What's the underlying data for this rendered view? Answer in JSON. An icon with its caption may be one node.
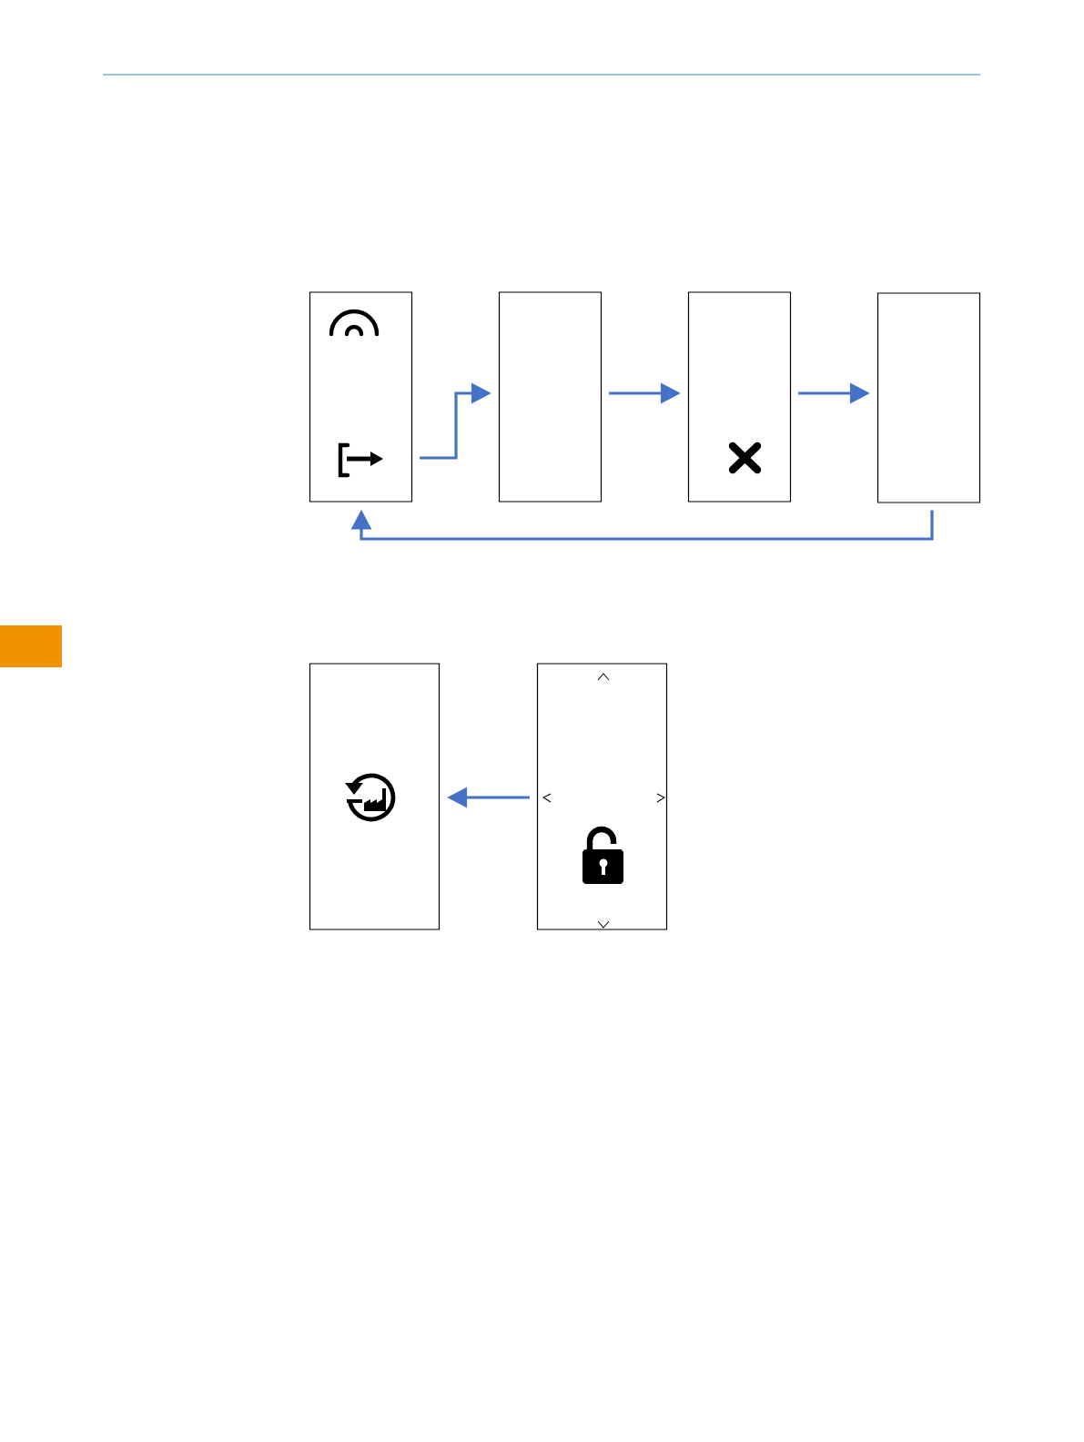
{
  "diagram": {
    "nodes": [
      {
        "text": [],
        "shape": "box"
      },
      {
        "text": [],
        "shape": "box"
      },
      {
        "text": [],
        "shape": "box"
      },
      {
        "text": [],
        "shape": "box"
      },
      {
        "text": [],
        "shape": "box"
      },
      {
        "text": [],
        "shape": "box"
      }
    ],
    "edges": [
      {
        "from": 0,
        "to": 1,
        "arrow": "to"
      },
      {
        "from": 1,
        "to": 2,
        "arrow": "to"
      },
      {
        "from": 2,
        "to": 3,
        "arrow": "to"
      },
      {
        "from": 3,
        "to": 0,
        "arrow": "to"
      },
      {
        "from": 5,
        "to": 4,
        "arrow": "to"
      }
    ]
  }
}
